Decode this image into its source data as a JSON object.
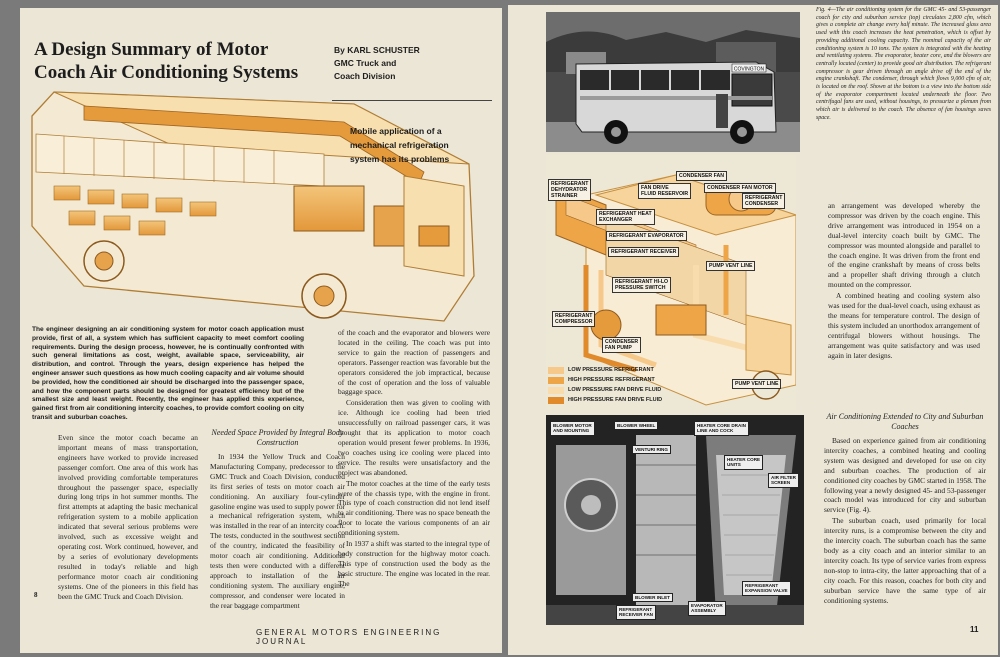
{
  "left_page": {
    "title": "A Design Summary of Motor Coach Air Conditioning Systems",
    "byline": [
      "By KARL SCHUSTER",
      "GMC Truck and",
      "Coach Division"
    ],
    "illustration_caption": "Mobile application of a mechanical refrigeration system has its problems",
    "intro": "The engineer designing an air conditioning system for motor coach application must provide, first of all, a system which has sufficient capacity to meet comfort cooling requirements. During the design process, however, he is continually confronted with such general limitations as cost, weight, available space, serviceability, air distribution, and control. Through the years, design experience has helped the engineer answer such questions as how much cooling capacity and air volume should be provided, how the conditioned air should be discharged into the passenger space, and how the component parts should be designed for greatest efficiency but of the smallest size and least weight. Recently, the engineer has applied this experience, gained first from air conditioning intercity coaches, to provide comfort cooling on city transit and suburban coaches.",
    "col1": "Even since the motor coach became an important means of mass transportation, engineers have worked to provide increased passenger comfort. One area of this work has involved providing comfortable temperatures throughout the passenger space, especially during long trips in hot summer months. The first attempts at adapting the basic mechanical refrigeration system to a mobile application indicated that several serious problems were involved, such as excessive weight and operating cost. Work continued, however, and by a series of evolutionary developments resulted in today's reliable and high performance motor coach air conditioning systems. One of the pioneers in this field has been the GMC Truck and Coach Division.",
    "col2_heading": "Needed Space Provided by Integral Body Construction",
    "col2": "In 1934 the Yellow Truck and Coach Manufacturing Company, predecessor to the GMC Truck and Coach Division, conducted its first series of tests on motor coach air conditioning. An auxiliary four-cylinder gasoline engine was used to supply power for a mechanical refrigeration system, which was installed in the rear of an intercity coach. The tests, conducted in the southwest section of the country, indicated the feasibility of motor coach air conditioning. Additional tests then were conducted with a different approach to installation of the air conditioning system. The auxiliary engine, compressor, and condenser were located in the rear baggage compartment",
    "col3_p1": "of the coach and the evaporator and blowers were located in the ceiling. The coach was put into service to gain the reaction of passengers and operators. Passenger reaction was favorable but the operators considered the job impractical, because of the cost of operation and the loss of valuable baggage space.",
    "col3_p2": "Consideration then was given to cooling with ice. Although ice cooling had been tried unsuccessfully on railroad passenger cars, it was thought that its application to motor coach operation would present fewer problems. In 1936, two coaches using ice cooling were placed into service. The results were unsatisfactory and the project was abandoned.",
    "col3_p3": "The motor coaches at the time of the early tests were of the chassis type, with the engine in front. This type of coach construction did not lend itself to air conditioning. There was no space beneath the floor to locate the various components of an air conditioning system.",
    "col3_p4": "In 1937 a shift was started to the integral type of body construction for the highway motor coach. This type of construction used the body as the basic structure. The engine was located in the rear. The",
    "page_number": "8",
    "footer": "GENERAL MOTORS ENGINEERING JOURNAL"
  },
  "right_page": {
    "fig4_caption": "Fig. 4—The air conditioning system for the GMC 45- and 53-passenger coach for city and suburban service (top) circulates 2,800 cfm, which gives a complete air change every half minute. The increased glass area used with this coach increases the heat penetration, which is offset by providing additional cooling capacity. The nominal capacity of the air conditioning system is 10 tons. The system is integrated with the heating and ventilating systems. The evaporator, heater core, and the blowers are centrally located (center) to provide good air distribution. The refrigerant compressor is gear driven through an angle drive off the end of the engine crankshaft. The condenser, through which flows 9,000 cfm of air, is located on the roof. Shown at the bottom is a view into the bottom side of the evaporator compartment located underneath the floor. Two centrifugal fans are used, without housings, to pressurize a plenum from which air is delivered to the coach. The absence of fan housings saves space.",
    "bus_sign": "COVINGTON",
    "diagram_labels": {
      "condenser_fan": "CONDENSER FAN",
      "fan_drive_reservoir": "FAN DRIVE\nFLUID RESERVOIR",
      "condenser_fan_motor": "CONDENSER FAN MOTOR",
      "refrigerant_condenser": "REFRIGERANT\nCONDENSER",
      "dehydrator": "REFRIGERANT\nDEHYDRATOR\nSTRAINER",
      "heat_exchanger": "REFRIGERANT HEAT\nEXCHANGER",
      "evaporator": "REFRIGERANT EVAPORATOR",
      "receiver": "REFRIGERANT RECEIVER",
      "pump_vent_line_1": "PUMP VENT LINE",
      "hi_lo_switch": "REFRIGERANT HI-LO\nPRESSURE SWITCH",
      "compressor": "REFRIGERANT\nCOMPRESSOR",
      "condenser_fan_pump": "CONDENSER\nFAN PUMP",
      "pump_vent_line_2": "PUMP VENT LINE"
    },
    "legend": [
      {
        "label": "LOW PRESSURE REFRIGERANT",
        "color": "#f6c98a"
      },
      {
        "label": "HIGH PRESSURE REFRIGERANT",
        "color": "#eda548"
      },
      {
        "label": "LOW PRESSURE FAN DRIVE FLUID",
        "color": "#f9dcae"
      },
      {
        "label": "HIGH PRESSURE FAN DRIVE FLUID",
        "color": "#e08a2c"
      }
    ],
    "photo_labels": {
      "blower_motor": "BLOWER MOTOR\nAND MOUNTING",
      "blower_wheel": "BLOWER WHEEL",
      "venturi_ring": "VENTURI RING",
      "heater_drain": "HEATER CORE DRAIN\nLINE AND COCK",
      "heater_units": "HEATER CORE\nUNITS",
      "air_filter": "AIR FILTER\nSCREEN",
      "blower inlet": "BLOWER INLET",
      "receiver_fan": "REFRIGERANT\nRECEIVER FAN",
      "evaporator_assembly": "EVAPORATOR\nASSEMBLY",
      "expansion_valve": "REFRIGERANT\nEXPANSION VALVE"
    },
    "col_top": "an arrangement was developed whereby the compressor was driven by the coach engine. This drive arrangement was introduced in 1954 on a dual-level intercity coach built by GMC. The compressor was mounted alongside and parallel to the coach engine. It was driven from the front end of the engine crankshaft by means of cross belts and a propeller shaft driving through a clutch mounted on the compressor.",
    "col_top_p2": "A combined heating and cooling system also was used for the dual-level coach, using exhaust as the means for temperature control. The design of this system included an unorthodox arrangement of centrifugal blowers without housings. The arrangement was quite satisfactory and was used again in later designs.",
    "col_bottom_heading": "Air Conditioning Extended to City and Suburban Coaches",
    "col_bottom_p1": "Based on experience gained from air conditioning intercity coaches, a combined heating and cooling system was designed and developed for use on city and suburban coaches. The production of air conditioned city coaches by GMC started in 1958. The following year a newly designed 45- and 53-passenger coach model was introduced for city and suburban service (Fig. 4).",
    "col_bottom_p2": "The suburban coach, used primarily for local intercity runs, is a compromise between the city and the intercity coach. The suburban coach has the same body as a city coach and an interior similar to an intercity coach. Its type of service varies from express non-stop to intra-city, the latter approaching that of a city coach. For this reason, coaches for both city and suburban service have the same type of air conditioning systems.",
    "page_number": "11"
  }
}
